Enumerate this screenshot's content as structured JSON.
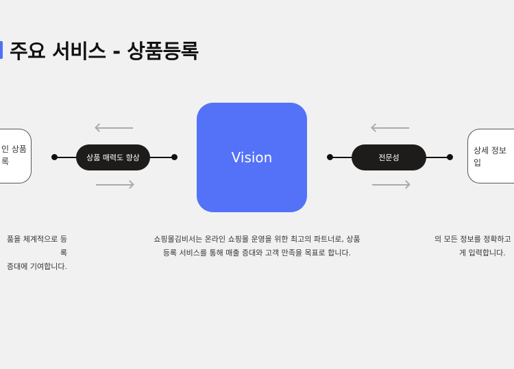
{
  "title": "주요 서비스 - 상품등록",
  "colors": {
    "accent": "#5472f8",
    "pill": "#1d1c1a",
    "background": "#f1f1f1"
  },
  "left_box": {
    "line1": "인 상품",
    "line2": "록"
  },
  "left_pill": "상품 매력도 향상",
  "center": {
    "label": "Vision",
    "desc_line1": "쇼핑몰김비서는 온라인 쇼핑몰 운영을 위한 최고의 파트너로, 상품",
    "desc_line2": "등록 서비스를 통해 매출 증대와 고객 만족을 목표로 합니다."
  },
  "right_pill": "전문성",
  "right_box": {
    "line1": "상세 정보 입"
  },
  "left_desc": {
    "line1": "품을 체계적으로 등록",
    "line2": "증대에 기여합니다."
  },
  "right_desc": {
    "line1": "의 모든 정보를 정확하고",
    "line2": "게 입력합니다."
  }
}
